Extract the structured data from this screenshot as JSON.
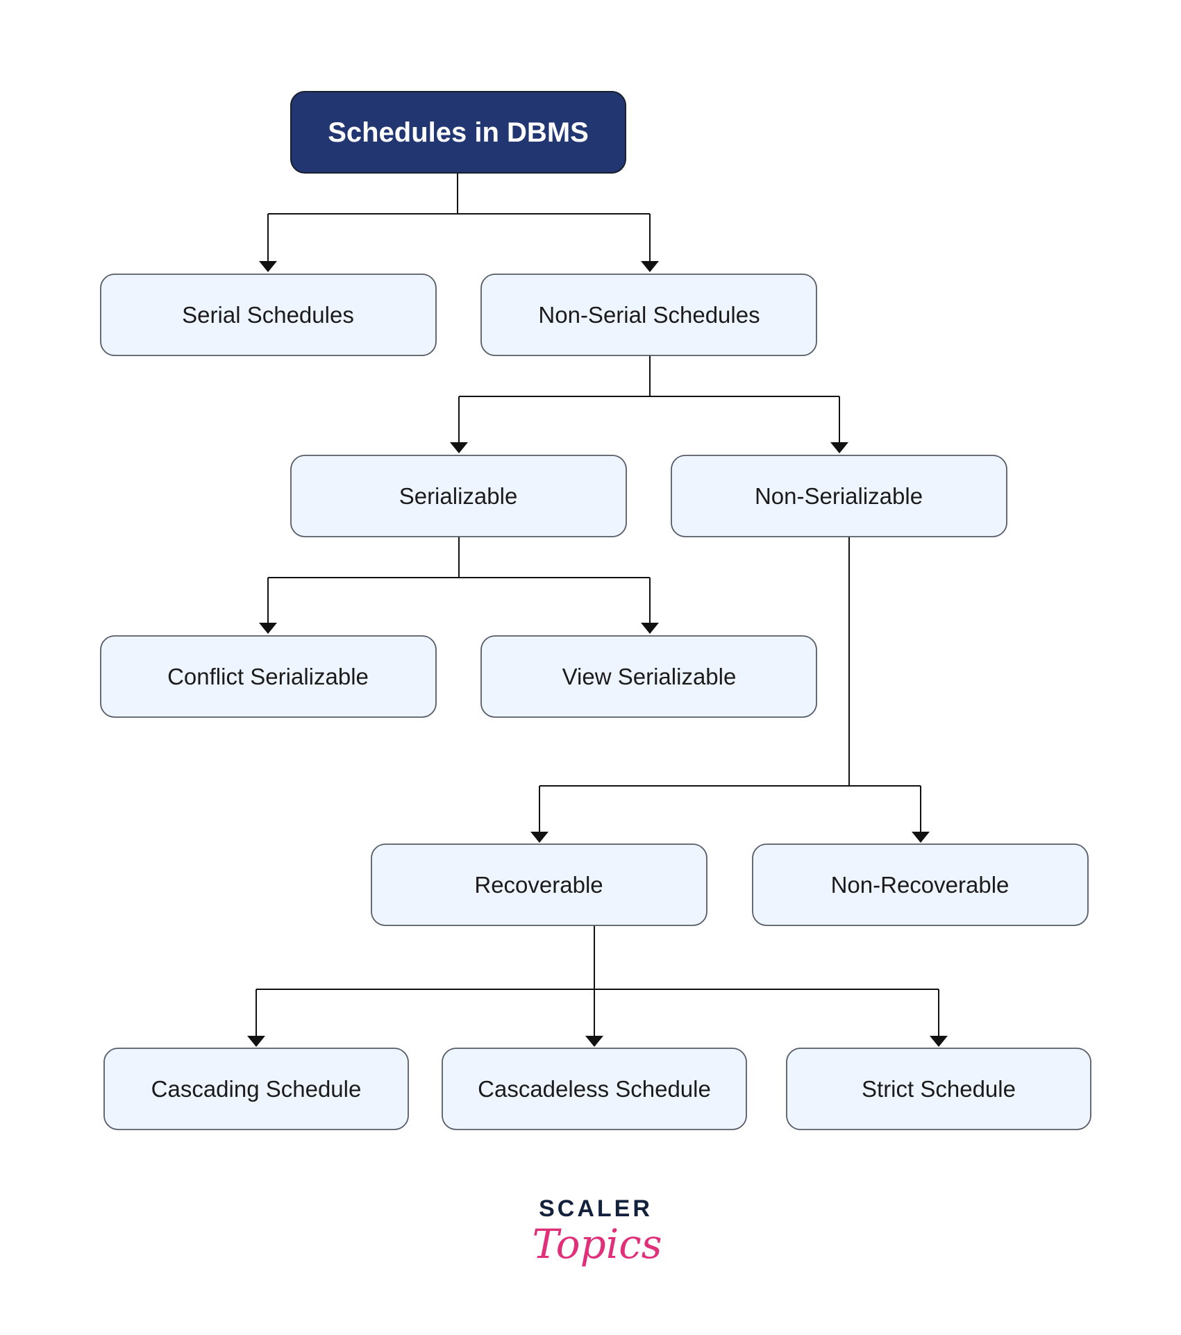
{
  "diagram": {
    "root": {
      "label": "Schedules in DBMS"
    },
    "nodes": {
      "serial": "Serial Schedules",
      "non_serial": "Non-Serial Schedules",
      "serializable": "Serializable",
      "non_serializable": "Non-Serializable",
      "conflict_serializable": "Conflict Serializable",
      "view_serializable": "View Serializable",
      "recoverable": "Recoverable",
      "non_recoverable": "Non-Recoverable",
      "cascading": "Cascading Schedule",
      "cascadeless": "Cascadeless Schedule",
      "strict": "Strict Schedule"
    },
    "edges": [
      [
        "root",
        "serial"
      ],
      [
        "root",
        "non_serial"
      ],
      [
        "non_serial",
        "serializable"
      ],
      [
        "non_serial",
        "non_serializable"
      ],
      [
        "serializable",
        "conflict_serializable"
      ],
      [
        "serializable",
        "view_serializable"
      ],
      [
        "non_serializable",
        "recoverable"
      ],
      [
        "non_serializable",
        "non_recoverable"
      ],
      [
        "recoverable",
        "cascading"
      ],
      [
        "recoverable",
        "cascadeless"
      ],
      [
        "recoverable",
        "strict"
      ]
    ],
    "colors": {
      "root_fill": "#223672",
      "node_fill": "#eef5ff",
      "node_border": "#555b66",
      "connector": "#111111"
    }
  },
  "logo": {
    "wordmark": "SCALER",
    "script": "Topics",
    "colors": {
      "wordmark": "#14213d",
      "script": "#e0307a"
    }
  }
}
